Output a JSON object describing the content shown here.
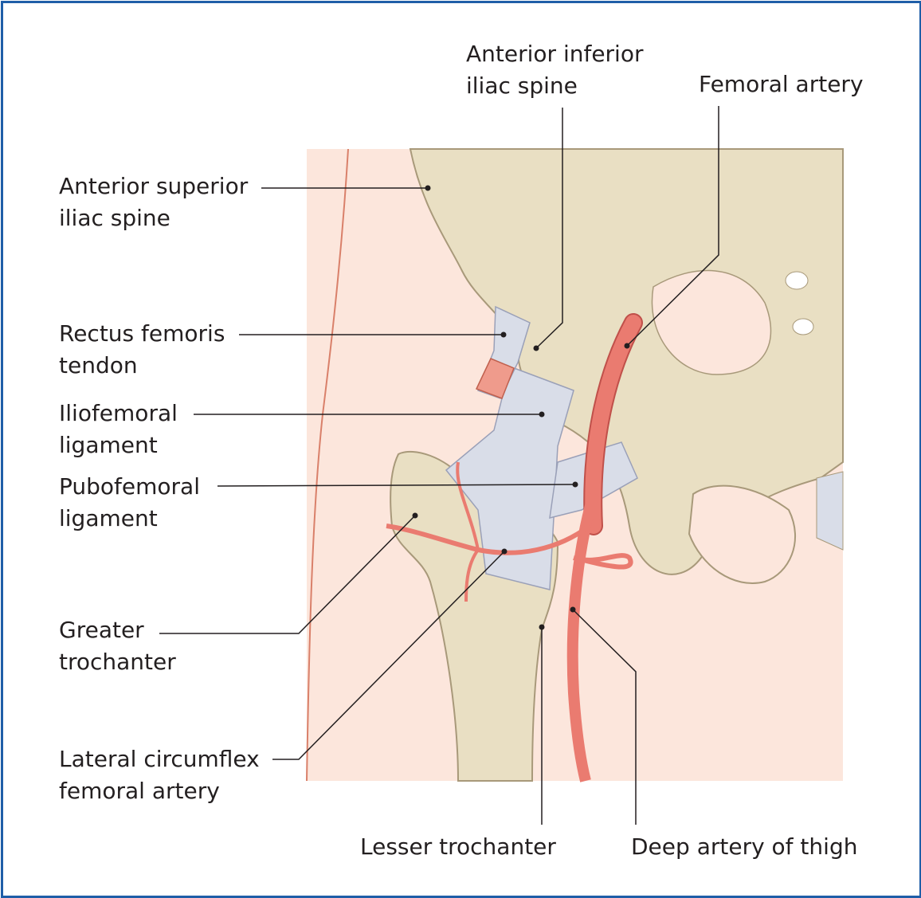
{
  "labels": {
    "asis": [
      "Anterior superior",
      "iliac spine"
    ],
    "aiis": [
      "Anterior inferior",
      "iliac spine"
    ],
    "femoral_artery": "Femoral artery",
    "rectus": [
      "Rectus femoris",
      "tendon"
    ],
    "iliofemoral": [
      "Iliofemoral",
      "ligament"
    ],
    "pubofemoral": [
      "Pubofemoral",
      "ligament"
    ],
    "greater_trochanter": [
      "Greater",
      "trochanter"
    ],
    "lateral_circumflex": [
      "Lateral circumflex",
      "femoral artery"
    ],
    "lesser_trochanter": "Lesser trochanter",
    "deep_artery": "Deep artery of thigh"
  },
  "colors": {
    "border": "#1f5ea8",
    "skin": "#fce6dc",
    "bone": "#e9dfc3",
    "bone_edge": "#a8997a",
    "artery": "#ea7b70",
    "ligament": "#d9dde8",
    "leader": "#231f20"
  }
}
